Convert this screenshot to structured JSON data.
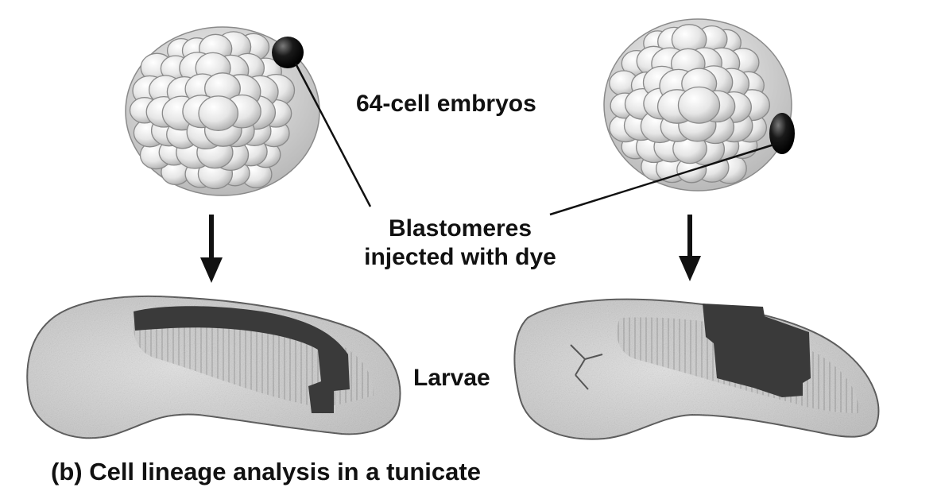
{
  "labels": {
    "embryos": "64-cell embryos",
    "blastomeres_line1": "Blastomeres",
    "blastomeres_line2": "injected with dye",
    "larvae": "Larvae",
    "caption": "(b) Cell lineage analysis in a tunicate"
  },
  "colors": {
    "cell_fill": "#e9e9e9",
    "cell_stroke": "#8a8a8a",
    "dyed_cell": "#151515",
    "larva_fill": "#d6d6d6",
    "dye_region": "#3a3a3a",
    "text": "#111111"
  }
}
